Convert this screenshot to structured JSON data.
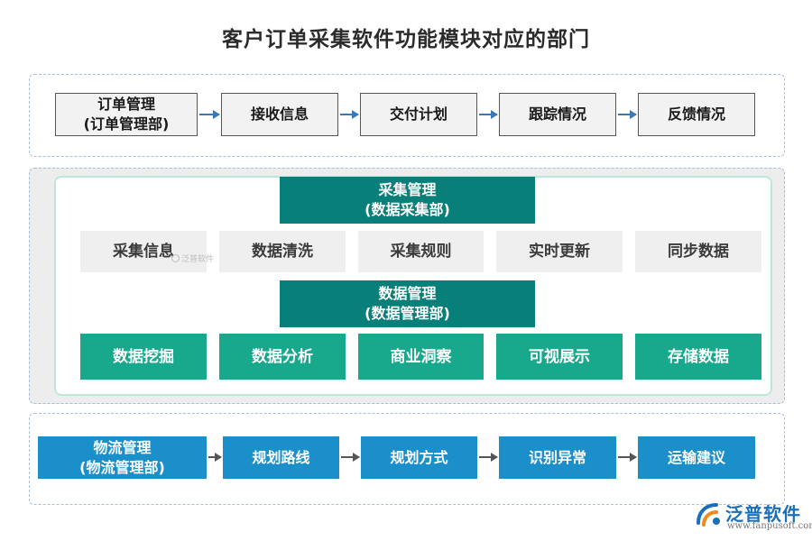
{
  "title": "客户订单采集软件功能模块对应的部门",
  "order_row": {
    "items": [
      "订单管理\n(订单管理部)",
      "接收信息",
      "交付计划",
      "跟踪情况",
      "反馈情况"
    ]
  },
  "collect": {
    "manager": "采集管理\n(数据采集部)",
    "items": [
      "采集信息",
      "数据清洗",
      "采集规则",
      "实时更新",
      "同步数据"
    ],
    "watermark": "泛普软件"
  },
  "data_mgmt": {
    "manager": "数据管理\n(数据管理部)",
    "items": [
      "数据挖掘",
      "数据分析",
      "商业洞察",
      "可视展示",
      "存储数据"
    ]
  },
  "logistics_row": {
    "items": [
      "物流管理\n(物流管理部)",
      "规划路线",
      "规划方式",
      "识别异常",
      "运输建议"
    ]
  },
  "logo": {
    "name": "泛普软件",
    "url": "www.fanpusoft.com"
  },
  "colors": {
    "manager_teal": "#087f78",
    "item_teal": "#18a98d",
    "logistics_blue": "#1b8fc9",
    "gray_item": "#efefef"
  }
}
